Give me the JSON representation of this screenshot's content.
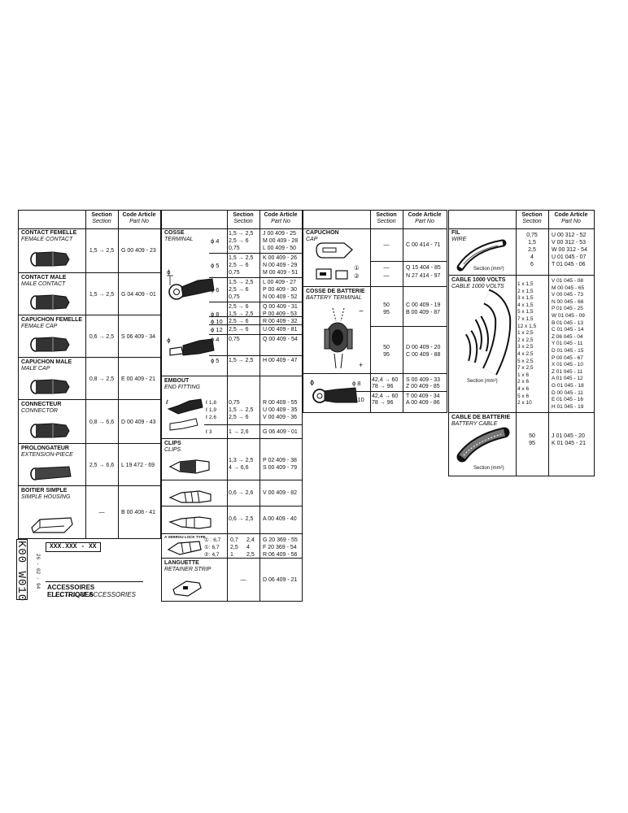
{
  "headers": {
    "section_fr": "Section",
    "section_en": "Section",
    "code_fr": "Code Article",
    "code_en": "Part No"
  },
  "col1": {
    "items": [
      {
        "fr": "CONTACT FEMELLE",
        "en": "FEMALE CONTACT",
        "section": "1,5 → 2,5",
        "code": "G 00 409 - 23",
        "icon": "female-contact-icon"
      },
      {
        "fr": "CONTACT MALE",
        "en": "MALE CONTACT",
        "section": "1,5 → 2,5",
        "code": "G 04 409 - 01",
        "icon": "male-contact-icon"
      },
      {
        "fr": "CAPUCHON FEMELLE",
        "en": "FEMALE CAP",
        "section": "0,6 → 2,5",
        "code": "S 06 409 - 34",
        "icon": "female-cap-icon"
      },
      {
        "fr": "CAPUCHON MALE",
        "en": "MALE CAP",
        "section": "0,8 → 2,5",
        "code": "E 00 409 - 21",
        "icon": "male-cap-icon"
      },
      {
        "fr": "CONNECTEUR",
        "en": "CONNECTOR",
        "section": "0,8 → 6,6",
        "code": "D 00 409 - 43",
        "icon": "connector-icon"
      },
      {
        "fr": "PROLONGATEUR",
        "en": "EXTENSION-PIECE",
        "section": "2,5 → 6,6",
        "code": "L 19 472 - 69",
        "icon": "extension-piece-icon"
      },
      {
        "fr": "BOITIER SIMPLE",
        "en": "SIMPLE HOUSING",
        "section": "—",
        "code": "B 00 408 - 41",
        "icon": "simple-housing-icon"
      }
    ]
  },
  "col2": {
    "cosse": {
      "fr": "COSSE",
      "en": "TERMINAL",
      "groups": [
        {
          "dim": "ϕ 4",
          "sections": [
            "1,5 → 2,5",
            "2,5 → 6",
            "0,75"
          ],
          "codes": [
            "J 00 409 - 25",
            "M 00 409 - 28",
            "L 00 409 - 50"
          ]
        },
        {
          "dim": "ϕ 5",
          "sections": [
            "1,5 → 2,5",
            "2,5 → 6",
            "0,75"
          ],
          "codes": [
            "K 00 409 - 26",
            "N 00 409 - 29",
            "M 00 409 - 51"
          ]
        },
        {
          "dim": "ϕ 6",
          "sections": [
            "1,5 → 2,5",
            "2,5 → 6",
            "0,75"
          ],
          "codes": [
            "L 00 409 - 27",
            "P 00 409 - 30",
            "N 00 409 - 52"
          ]
        },
        {
          "dim": "ϕ 8",
          "sections": [
            "2,5 → 6",
            "1,5 → 2,5"
          ],
          "codes": [
            "Q 00 409 - 31",
            "P 00 409 - 53"
          ]
        },
        {
          "dim": "ϕ 10",
          "sections": [
            "2,5 → 6"
          ],
          "codes": [
            "R 00 409 - 32"
          ]
        },
        {
          "dim": "ϕ 12",
          "sections": [
            "2,5 → 6"
          ],
          "codes": [
            "U 00 409 - 81"
          ]
        },
        {
          "dim": "ϕ 4",
          "sections": [
            "0,75"
          ],
          "codes": [
            "Q 00 409 - 54"
          ]
        },
        {
          "dim": "ϕ 5",
          "sections": [
            "1,5 → 2,5"
          ],
          "codes": [
            "H 00 409 - 47"
          ]
        }
      ]
    },
    "embout": {
      "fr": "EMBOUT",
      "en": "END FITTING",
      "groups": [
        {
          "dim": "ℓ 1,8",
          "section": "0,75",
          "code": "R 00 409 - 55"
        },
        {
          "dim": "ℓ 1,9",
          "section": "1,5 → 2,5",
          "code": "U 00 409 - 35"
        },
        {
          "dim": "ℓ 2,6",
          "section": "2,5 → 6",
          "code": "V 00 409 - 36"
        },
        {
          "dim": "ℓ 3",
          "section": "1 → 2,6",
          "code": "G 06 409 - 01"
        }
      ]
    },
    "clips": {
      "fr": "CLIPS",
      "en": "CLIPS",
      "groups": [
        {
          "sections": [
            "1,3 → 2,5",
            "4 → 6,6"
          ],
          "codes": [
            "P 02 409 - 38",
            "S 00 409 - 79"
          ]
        },
        {
          "sections": [
            "0,6 → 2,6"
          ],
          "codes": [
            "V 00 409 - 82"
          ]
        },
        {
          "sections": [
            "0,6 → 2,5"
          ],
          "codes": [
            "A 00 409 - 40"
          ]
        }
      ],
      "lock_label": "A VERROU LOCK TYPE",
      "lock_rows": [
        {
          "dim": "① : 6,7",
          "sec_a": "0,7",
          "sec_b": "2,4",
          "code": "G 20 369 - 55"
        },
        {
          "dim": "①: 6,7",
          "sec_a": "2,5",
          "sec_b": "4",
          "code": "F 20 369 - 54"
        },
        {
          "dim": "②: 4,7",
          "sec_a": "1",
          "sec_b": "2,5",
          "code": "R 06 409 - 56"
        }
      ]
    },
    "languette": {
      "fr": "LANGUETTE",
      "en": "RETAINER STRIP",
      "section": "—",
      "code": "D 06 409 - 21"
    }
  },
  "col3": {
    "capuchon": {
      "fr": "CAPUCHON",
      "en": "CAP",
      "rows": [
        {
          "section": "—",
          "code": "C 00 414 - 71"
        },
        {
          "marker": "①",
          "section": "—",
          "code": "Q 15 404 - 85"
        },
        {
          "marker": "②",
          "section": "—",
          "code": "N 27 414 - 97"
        }
      ]
    },
    "cosse_batterie": {
      "fr": "COSSE DE BATTERIE",
      "en": "BATTERY TERMINAL",
      "rows_a": [
        {
          "section": "50",
          "code": "C 00 409 - 19"
        },
        {
          "section": "95",
          "code": "B 00 409 - 87"
        }
      ],
      "rows_b": [
        {
          "section": "50",
          "code": "D 00 409 - 20"
        },
        {
          "section": "95",
          "code": "C 00 409 - 88"
        }
      ],
      "rows_c": [
        {
          "dim": "ϕ 8",
          "sections": [
            "42,4 → 60",
            "78 → 96"
          ],
          "codes": [
            "S 00 409 - 33",
            "Z 00 409 - 85"
          ]
        },
        {
          "dim": "ϕ 10",
          "sections": [
            "42,4 → 60",
            "78 → 96"
          ],
          "codes": [
            "T 00 409 - 34",
            "A 00 409 - 86"
          ]
        }
      ],
      "minus": "−",
      "plus": "+"
    }
  },
  "col4": {
    "fil": {
      "fr": "FIL",
      "en": "WIRE",
      "callout": "Section (mm²)",
      "sections": [
        "0,75",
        "1,5",
        "2,5",
        "4",
        "6"
      ],
      "codes": [
        "U 00 312 - 52",
        "V 00 312 - 53",
        "W 00 312 - 54",
        "U 01 045 - 07",
        "T 01 045 - 06"
      ]
    },
    "cable": {
      "fr": "CABLE 1000 VOLTS",
      "en": "CABLE 1000 VOLTS",
      "callout": "Section (mm²)",
      "sections": [
        "1 x 1,5",
        "2 x 1,5",
        "3 x 1,5",
        "4 x 1,5",
        "5 x 1,5",
        "7 x 1,5",
        "12 x 1,5",
        "1 x 2,5",
        "2 x 2,5",
        "3 x 2,5",
        "4 x 2,5",
        "5 x 2,5",
        "7 x 2,5",
        "1 x 6",
        "2 x 6",
        "4 x 6",
        "5 x 6",
        "2 x 10"
      ],
      "codes": [
        "V 01 045 - 08",
        "M 00 045 - 65",
        "V 00 045 - 73",
        "N 00 045 - 66",
        "P 01 045 - 25",
        "W 01 045 - 09",
        "B 01 045 - 13",
        "C 01 045 - 14",
        "Z 06 045 - 04",
        "Y 01 045 - 11",
        "D 01 045 - 15",
        "P 00 045 - 67",
        "X 01 045 - 10",
        "Z 01 045 - 11",
        "A 01 045 - 12",
        "G 01 045 - 18",
        "D 00 045 - 11",
        "E 01 045 - 16",
        "H 01 045 - 19"
      ]
    },
    "batterie": {
      "fr": "CABLE DE BATTERIE",
      "en": "BATTERY CABLE",
      "callout": "Section (mm²)",
      "sections": [
        "50",
        "95"
      ],
      "codes": [
        "J 01 045 - 20",
        "K 01 045 - 21"
      ]
    }
  },
  "sheet": {
    "vertical_code": "K00 W010",
    "date": "26 - 02 - 94",
    "ref": "XXX.XXX - XX",
    "title_fr": "ACCESSOIRES ELECTRIQUES",
    "title_en": "ELECTRICAL ACCESSORIES"
  }
}
